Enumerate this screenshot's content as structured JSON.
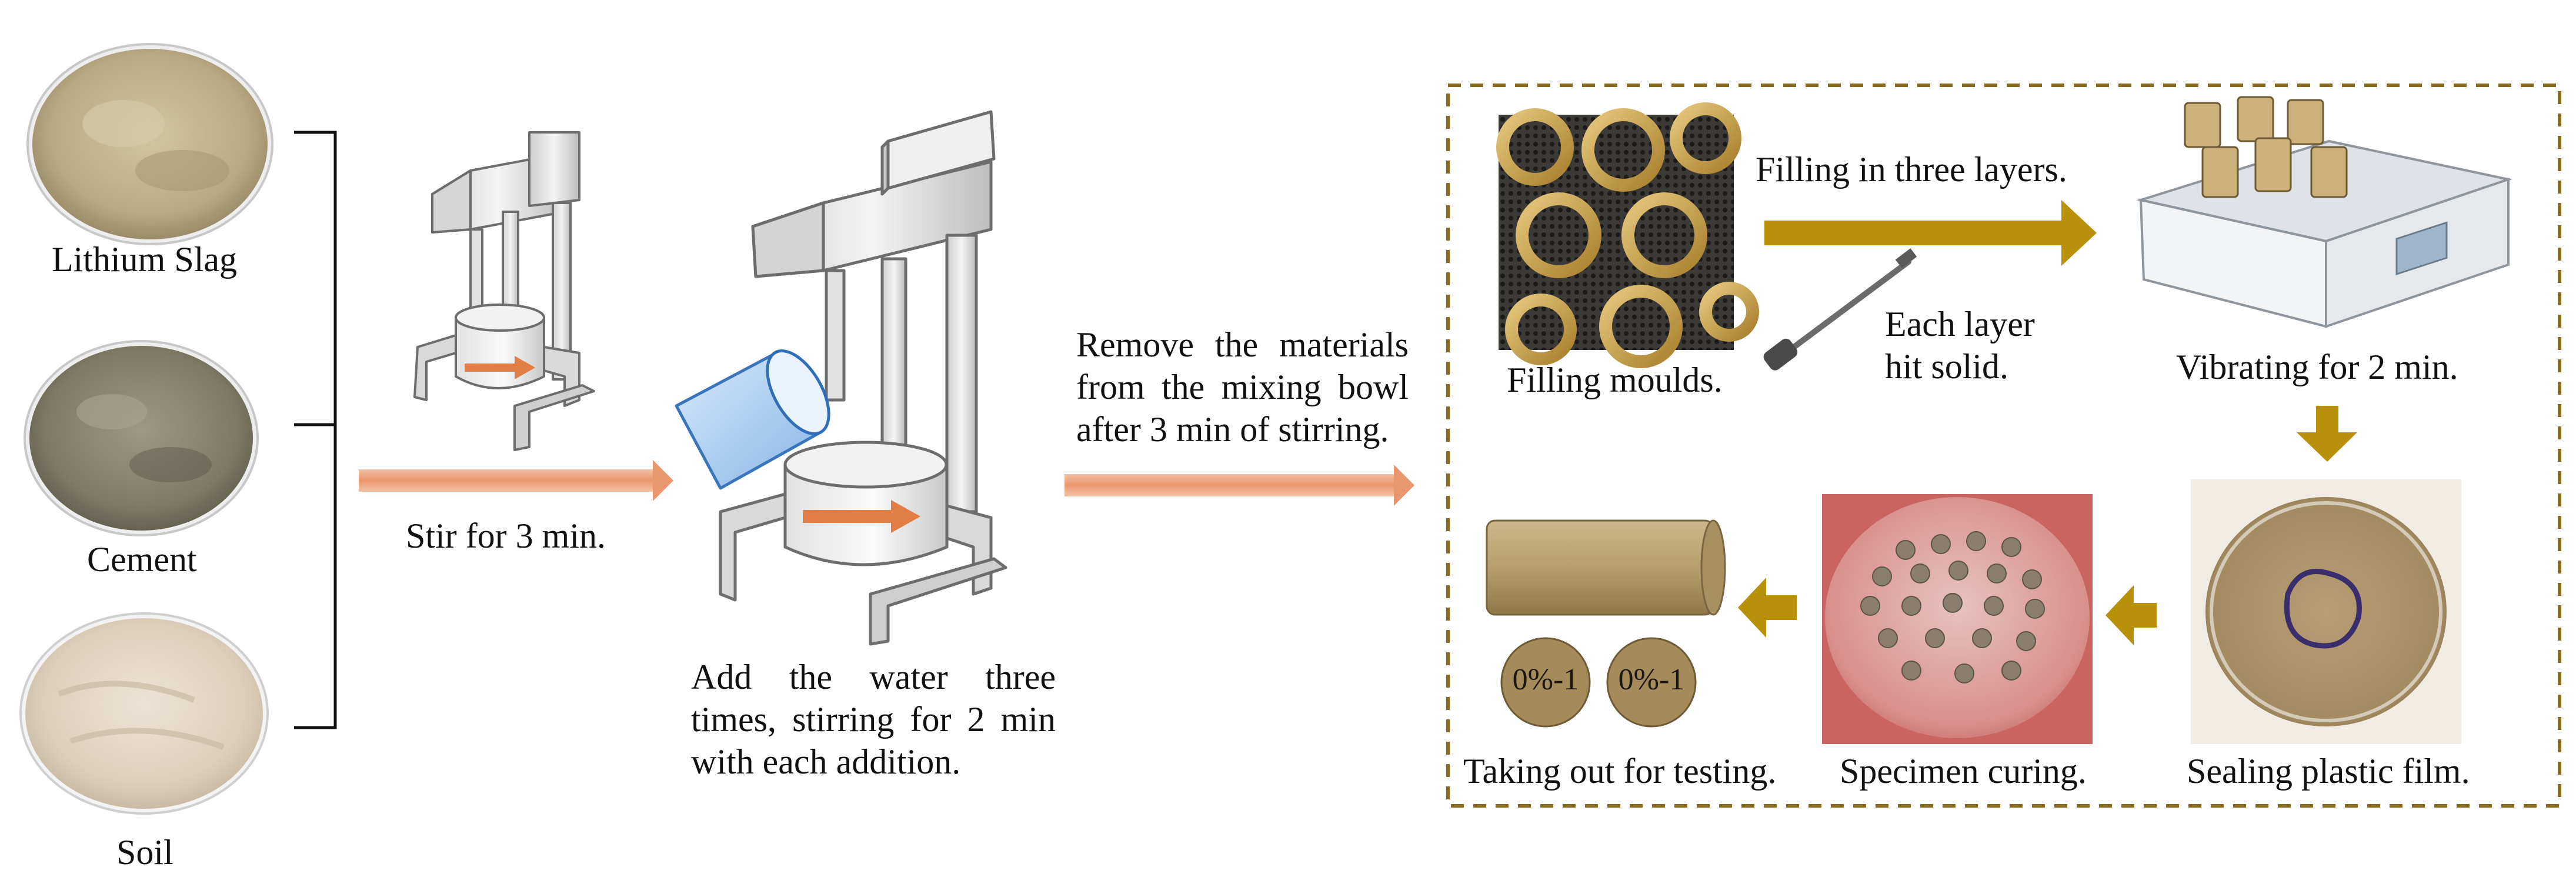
{
  "materials": {
    "lithium_slag": "Lithium Slag",
    "cement": "Cement",
    "soil": "Soil"
  },
  "steps": {
    "stir": "Stir for 3 min.",
    "add_water": [
      "Add the water three",
      "times, stirring for 2 min",
      "with each addition."
    ],
    "remove": [
      "Remove the materials",
      "from the mixing bowl",
      "after 3 min of stirring."
    ]
  },
  "process": {
    "filling_moulds": "Filling moulds.",
    "filling_layers": "Filling in three layers.",
    "each_layer": [
      "Each layer",
      "hit solid."
    ],
    "vibrating": "Vibrating for 2 min.",
    "sealing": "Sealing plastic film.",
    "curing": "Specimen curing.",
    "testing": "Taking out for testing.",
    "specimen_mark": "0%-1"
  },
  "colors": {
    "gold_arrow": "#b8900a",
    "salmon_arrow": "#e7a07c",
    "dashed_border": "#8a6a1c"
  }
}
